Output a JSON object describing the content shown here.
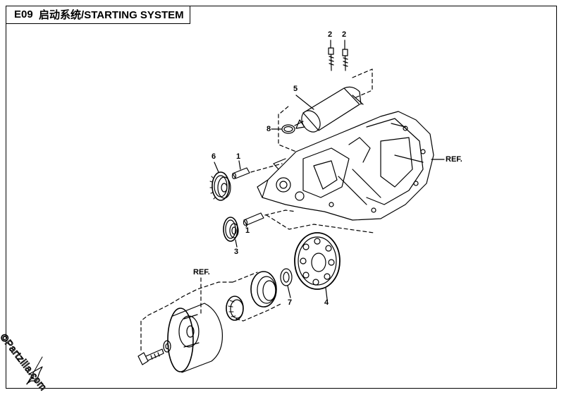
{
  "header": {
    "code": "E09",
    "title": "启动系统/STARTING SYSTEM"
  },
  "callouts": {
    "c2a": "2",
    "c2b": "2",
    "c5": "5",
    "c8": "8",
    "c6": "6",
    "c1a": "1",
    "c1b": "1",
    "c3": "3",
    "c7": "7",
    "c4": "4"
  },
  "references": {
    "ref_engine": "REF.",
    "ref_flywheel": "REF."
  },
  "watermark": {
    "text": "©Partzilla.com"
  },
  "icons": {
    "fwd_arrow": "fwd-arrow-icon"
  },
  "colors": {
    "line": "#000000",
    "background": "#ffffff"
  }
}
